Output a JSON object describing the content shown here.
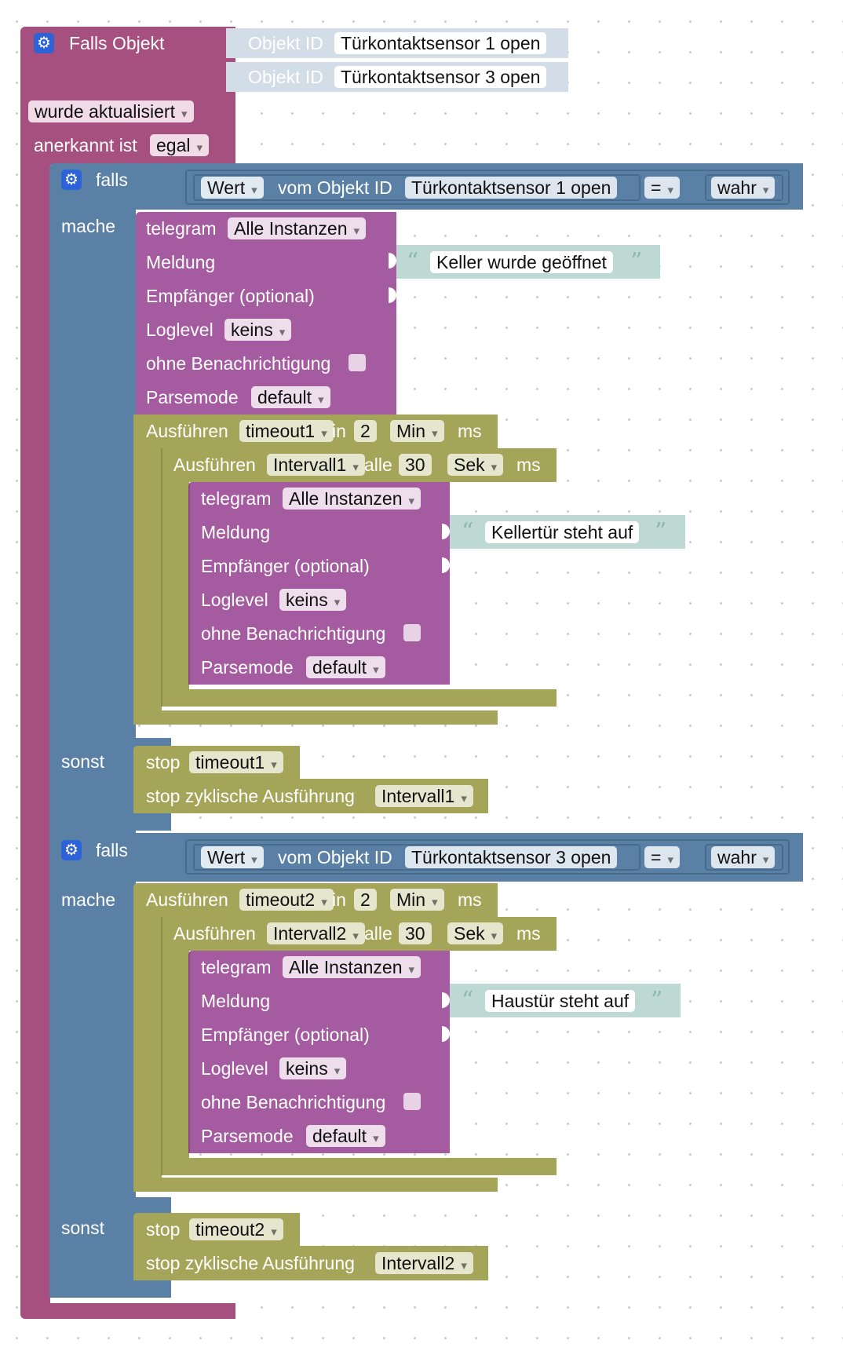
{
  "event": {
    "header_label": "Falls Objekt",
    "object_id_label": "Objekt ID",
    "object_ids": [
      "Türkontaktsensor 1 open",
      "Türkontaktsensor 3 open"
    ],
    "trigger": "wurde aktualisiert",
    "ack_label": "anerkannt ist",
    "ack_value": "egal"
  },
  "if_blocks": [
    {
      "falls": "falls",
      "value_field": "Wert",
      "vom_label": "vom Objekt ID",
      "object": "Türkontaktsensor 1 open",
      "operator": "=",
      "compare": "wahr",
      "mache": "mache",
      "sonst": "sonst",
      "telegram_outer": {
        "label": "telegram",
        "instance": "Alle Instanzen",
        "meldung_label": "Meldung",
        "message": "Keller wurde geöffnet",
        "empfaenger_label": "Empfänger (optional)",
        "loglevel_label": "Loglevel",
        "loglevel": "keins",
        "silent_label": "ohne Benachrichtigung",
        "parsemode_label": "Parsemode",
        "parsemode": "default"
      },
      "timeout": {
        "label": "Ausführen",
        "name": "timeout1",
        "in_label": "in",
        "value": "2",
        "unit": "Min",
        "ms": "ms"
      },
      "interval": {
        "label": "Ausführen",
        "name": "Intervall1",
        "every_label": "alle",
        "value": "30",
        "unit": "Sek",
        "ms": "ms"
      },
      "telegram_inner": {
        "label": "telegram",
        "instance": "Alle Instanzen",
        "meldung_label": "Meldung",
        "message": "Kellertür steht auf",
        "empfaenger_label": "Empfänger (optional)",
        "loglevel_label": "Loglevel",
        "loglevel": "keins",
        "silent_label": "ohne Benachrichtigung",
        "parsemode_label": "Parsemode",
        "parsemode": "default"
      },
      "stop": {
        "label": "stop",
        "name": "timeout1"
      },
      "stop_cyclic": {
        "label": "stop zyklische Ausführung",
        "name": "Intervall1"
      }
    },
    {
      "falls": "falls",
      "value_field": "Wert",
      "vom_label": "vom Objekt ID",
      "object": "Türkontaktsensor 3 open",
      "operator": "=",
      "compare": "wahr",
      "mache": "mache",
      "sonst": "sonst",
      "timeout": {
        "label": "Ausführen",
        "name": "timeout2",
        "in_label": "in",
        "value": "2",
        "unit": "Min",
        "ms": "ms"
      },
      "interval": {
        "label": "Ausführen",
        "name": "Intervall2",
        "every_label": "alle",
        "value": "30",
        "unit": "Sek",
        "ms": "ms"
      },
      "telegram_inner": {
        "label": "telegram",
        "instance": "Alle Instanzen",
        "meldung_label": "Meldung",
        "message": "Haustür steht auf",
        "empfaenger_label": "Empfänger (optional)",
        "loglevel_label": "Loglevel",
        "loglevel": "keins",
        "silent_label": "ohne Benachrichtigung",
        "parsemode_label": "Parsemode",
        "parsemode": "default"
      },
      "stop": {
        "label": "stop",
        "name": "timeout2"
      },
      "stop_cyclic": {
        "label": "stop zyklische Ausführung",
        "name": "Intervall2"
      }
    }
  ],
  "colors": {
    "event": "#a5507e",
    "logic": "#5b80a5",
    "telegram": "#a55b9f",
    "timer": "#a5a559",
    "text": "#bed9d3",
    "gear_icon": "#2e63d8"
  },
  "icons": {
    "settings": "gear-icon",
    "dropdown": "dropdown-arrow-icon",
    "quote_open": "quote-open-icon",
    "quote_close": "quote-close-icon"
  }
}
